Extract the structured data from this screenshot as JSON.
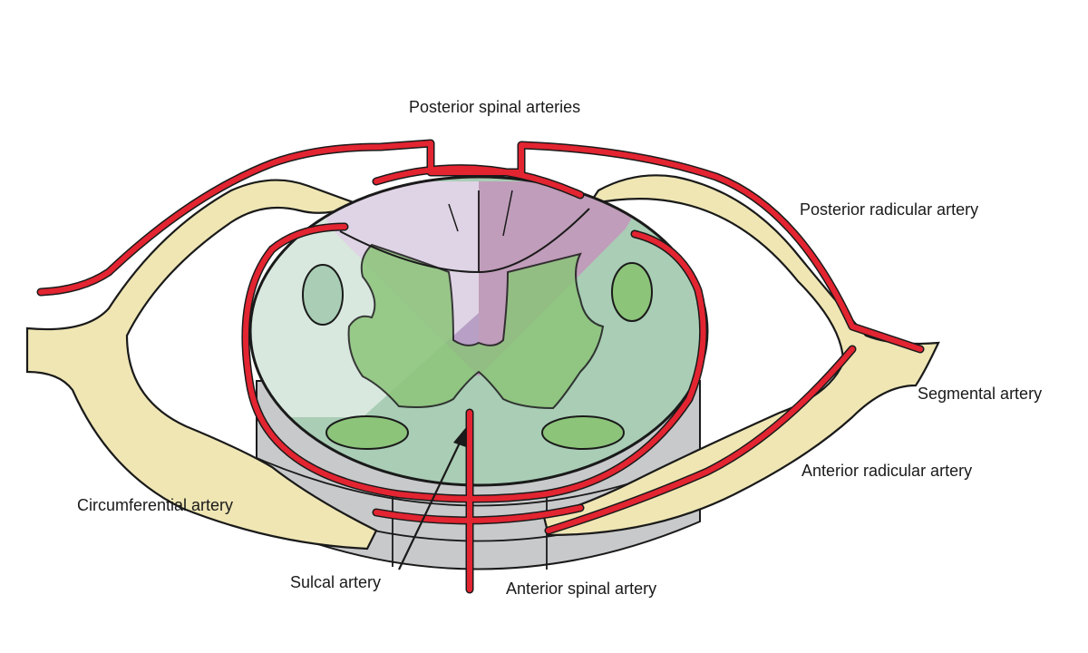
{
  "labels": {
    "posterior_spinal_arteries": "Posterior spinal arteries",
    "posterior_radicular_artery": "Posterior radicular artery",
    "segmental_artery": "Segmental artery",
    "anterior_radicular_artery": "Anterior radicular artery",
    "circumferential_artery": "Circumferential artery",
    "sulcal_artery": "Sulcal artery",
    "anterior_spinal_artery": "Anterior spinal artery"
  },
  "colors": {
    "artery": "#e32431",
    "bone": "#efe6b4",
    "vertebra": "#c8c9cb",
    "cord": "#a9cdb5",
    "grey_matter": "#8cc47a",
    "posterior_territory": "#b89cc6",
    "outline": "#1a1a1a"
  }
}
